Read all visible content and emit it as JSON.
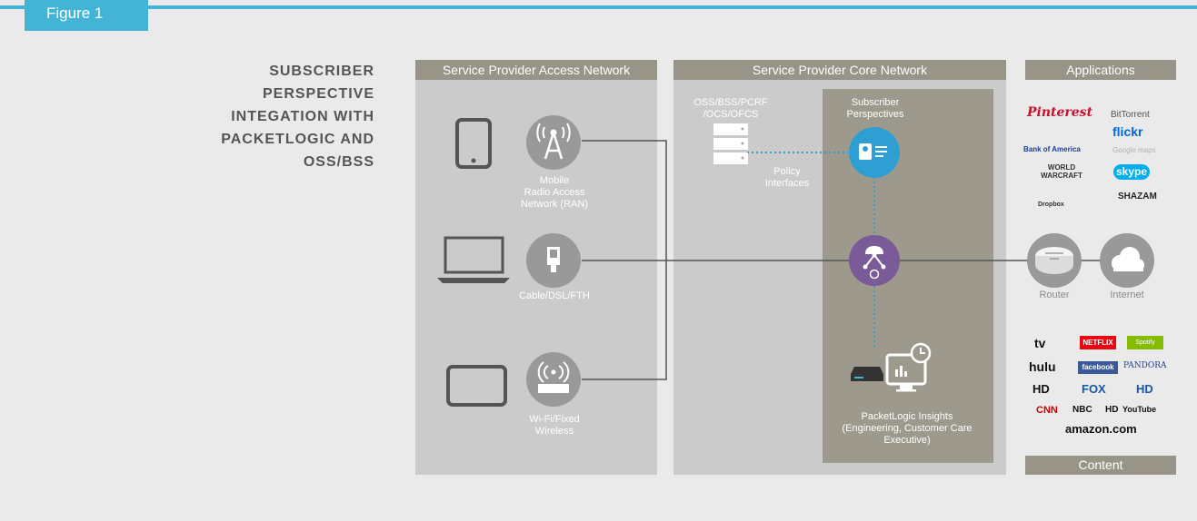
{
  "figure_label": "Figure 1",
  "side_title": "SUBSCRIBER\nPERSPECTIVE\nINTEGATION WITH\nPACKETLOGIC AND\nOSS/BSS",
  "panels": {
    "access_header": "Service Provider Access Network",
    "core_header": "Service Provider Core Network",
    "apps_header": "Applications",
    "content_footer": "Content"
  },
  "access_nodes": {
    "mobile": "Mobile\nRadio Access\nNetwork (RAN)",
    "cable": "Cable/DSL/FTH",
    "wifi": "Wi-Fi/Fixed\nWireless"
  },
  "core_nodes": {
    "oss": "OSS/BSS/PCRF\n/OCS/OFCS",
    "policy": "Policy\nInterfaces",
    "subscriber": "Subscriber\nPerspectives",
    "insights": "PacketLogic Insights\n(Engineering, Customer Care\nExecutive)"
  },
  "edge_nodes": {
    "router": "Router",
    "internet": "Internet"
  },
  "application_logos": [
    "Pinterest",
    "BitTorrent",
    "flickr",
    "Bank of America",
    "Google maps",
    "WORLD WARCRAFT",
    "skype",
    "Dropbox",
    "SHAZAM"
  ],
  "content_logos": [
    "tv",
    "NETFLIX",
    "Spotify",
    "hulu",
    "facebook",
    "PANDORA",
    "HD",
    "FOX",
    "HD",
    "CNN",
    "NBC",
    "HD",
    "YouTube",
    "amazon.com"
  ],
  "colors": {
    "accent": "#43b4d6",
    "purple": "#7a5a97",
    "blue": "#2f9fd3",
    "panel": "#cbcbcb",
    "header": "#989487"
  }
}
